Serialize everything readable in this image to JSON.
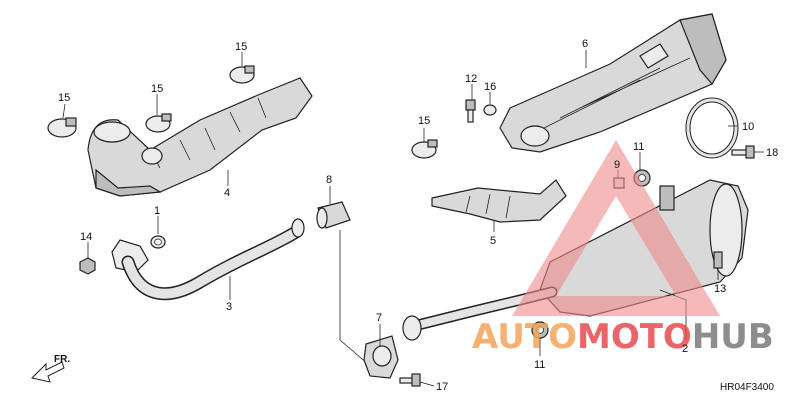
{
  "diagram": {
    "callouts": [
      "15",
      "15",
      "15",
      "15",
      "4",
      "1",
      "14",
      "3",
      "8",
      "12",
      "16",
      "6",
      "10",
      "18",
      "9",
      "11",
      "5",
      "13",
      "2",
      "7",
      "11",
      "17"
    ],
    "direction_label": "FR.",
    "drawing_code": "HR04F3400"
  },
  "watermark": {
    "part1": "AUTO",
    "part2": "MOTO",
    "part3": "HUB",
    "colors": {
      "orange": "#f2a45a",
      "red": "#e8494d",
      "gray": "#7a7a7a",
      "triangle": "#f08a8a"
    }
  }
}
